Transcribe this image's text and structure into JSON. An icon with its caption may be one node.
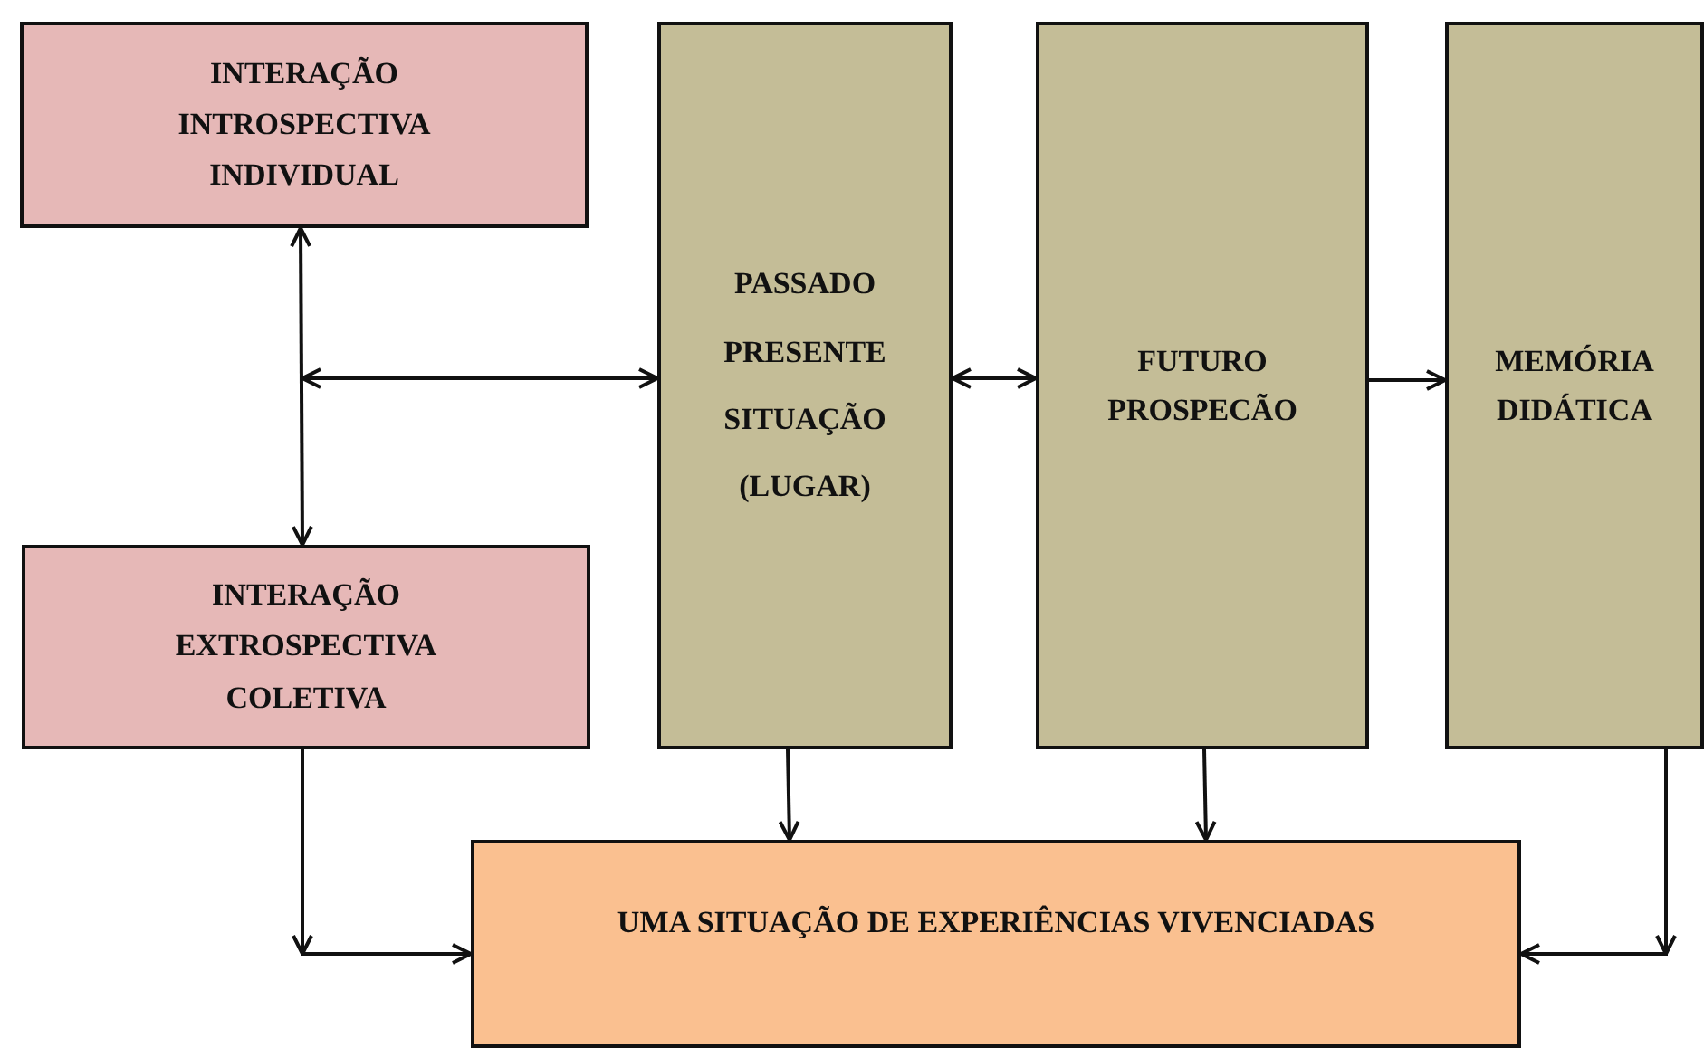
{
  "diagram": {
    "nodes": [
      {
        "text": [
          "INTERAÇÃO INTROSPECTIVA INDIVIDUAL"
        ]
      },
      {
        "text": [
          "INTERAÇÃO EXTROSPECTIVA COLETIVA"
        ]
      },
      {
        "text": [
          "PASSADO PRESENTE SITUAÇÃO (LUGAR)"
        ]
      },
      {
        "text": [
          "FUTURO PROSPECÃO"
        ]
      },
      {
        "text": [
          "MEMÓRIA DIDÁTICA"
        ]
      },
      {
        "text": [
          "UMA SITUAÇÃO  DE EXPERIÊNCIAS VIVENCIADAS"
        ]
      }
    ],
    "edges": [
      {
        "from": 0,
        "to": 1,
        "arrow": "both"
      },
      {
        "from": null,
        "to": 2,
        "arrow": "both"
      },
      {
        "from": 2,
        "to": 3,
        "arrow": "both"
      },
      {
        "from": 3,
        "to": 4,
        "arrow": "to"
      },
      {
        "from": 2,
        "to": 5,
        "arrow": "to"
      },
      {
        "from": 3,
        "to": 5,
        "arrow": "to"
      },
      {
        "from": 1,
        "to": 5,
        "arrow": "to"
      },
      {
        "from": 4,
        "to": 5,
        "arrow": "to"
      }
    ]
  }
}
